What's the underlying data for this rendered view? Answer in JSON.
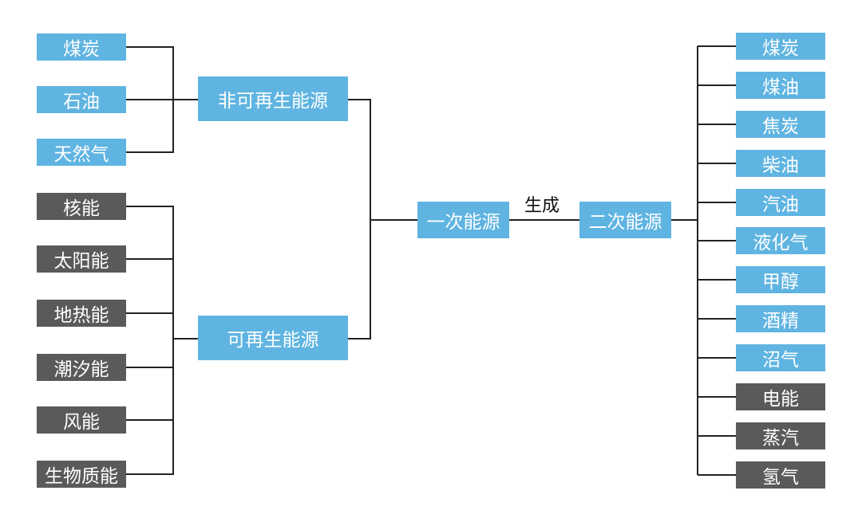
{
  "diagram": {
    "primary": {
      "label": "一次能源",
      "color": "#5fb4e1"
    },
    "secondary": {
      "label": "二次能源",
      "color": "#5fb4e1"
    },
    "edge_label": "生成",
    "non_renewable": {
      "label": "非可再生能源",
      "color": "#5fb4e1",
      "items": [
        "煤炭",
        "石油",
        "天然气"
      ]
    },
    "renewable": {
      "label": "可再生能源",
      "color": "#5fb4e1",
      "items": [
        "核能",
        "太阳能",
        "地热能",
        "潮汐能",
        "风能",
        "生物质能"
      ]
    },
    "secondary_items": [
      {
        "label": "煤炭",
        "color": "#5fb4e1"
      },
      {
        "label": "煤油",
        "color": "#5fb4e1"
      },
      {
        "label": "焦炭",
        "color": "#5fb4e1"
      },
      {
        "label": "柴油",
        "color": "#5fb4e1"
      },
      {
        "label": "汽油",
        "color": "#5fb4e1"
      },
      {
        "label": "液化气",
        "color": "#5fb4e1"
      },
      {
        "label": "甲醇",
        "color": "#5fb4e1"
      },
      {
        "label": "酒精",
        "color": "#5fb4e1"
      },
      {
        "label": "沼气",
        "color": "#5fb4e1"
      },
      {
        "label": "电能",
        "color": "#5a5a5a"
      },
      {
        "label": "蒸汽",
        "color": "#5a5a5a"
      },
      {
        "label": "氢气",
        "color": "#5a5a5a"
      }
    ],
    "colors": {
      "blue": "#5fb4e1",
      "gray": "#5a5a5a",
      "line": "#222222"
    }
  }
}
